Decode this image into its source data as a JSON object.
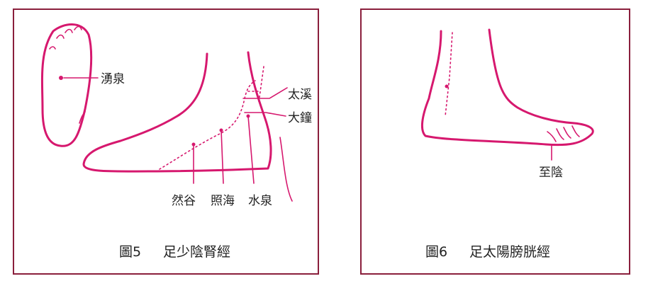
{
  "figure5": {
    "caption_number": "圖5",
    "caption_title": "足少陰腎經",
    "points": {
      "yongquan": "湧泉",
      "taixi": "太溪",
      "dazhong": "大鐘",
      "rangu": "然谷",
      "zhaohai": "照海",
      "shuiquan": "水泉"
    }
  },
  "figure6": {
    "caption_number": "圖6",
    "caption_title": "足太陽膀胱經",
    "points": {
      "zhiyin": "至陰"
    }
  },
  "colors": {
    "frame": "#8a1f3c",
    "meridian": "#d6186e"
  }
}
